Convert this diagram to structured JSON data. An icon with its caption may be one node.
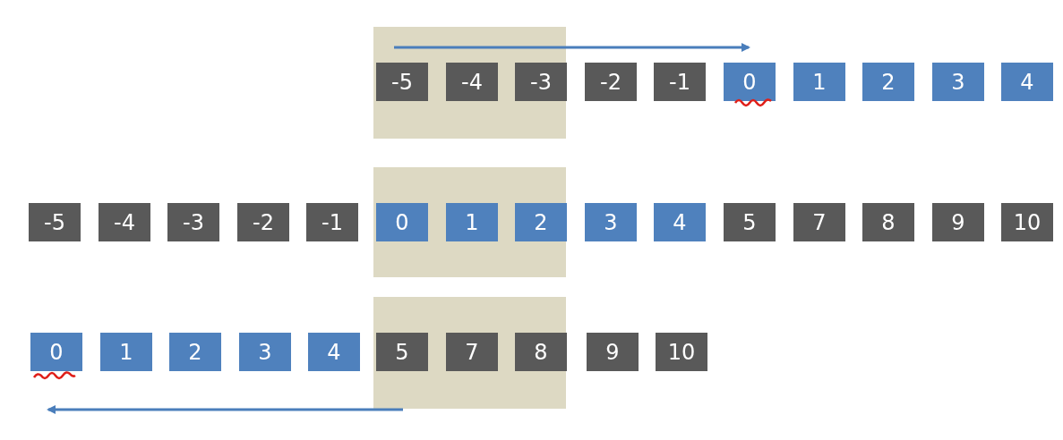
{
  "diagram": {
    "nodes": [
      {
        "text": [],
        "shape": "box"
      },
      {
        "text": [
          "-5"
        ],
        "in": 0
      },
      {
        "text": [
          "-4"
        ],
        "in": 0
      },
      {
        "text": [
          "-3"
        ],
        "in": 0
      },
      {
        "text": [
          "-2"
        ]
      },
      {
        "text": [
          "-1"
        ]
      },
      {
        "text": [
          "0"
        ]
      },
      {
        "text": [
          "1"
        ]
      },
      {
        "text": [
          "2"
        ]
      },
      {
        "text": [
          "3"
        ]
      },
      {
        "text": [
          "4"
        ]
      },
      {
        "text": [],
        "shape": "box"
      },
      {
        "text": [
          "-5"
        ]
      },
      {
        "text": [
          "-4"
        ]
      },
      {
        "text": [
          "-3"
        ]
      },
      {
        "text": [
          "-2"
        ]
      },
      {
        "text": [
          "-1"
        ]
      },
      {
        "text": [
          "0"
        ],
        "in": 11
      },
      {
        "text": [
          "1"
        ],
        "in": 11
      },
      {
        "text": [
          "2"
        ],
        "in": 11
      },
      {
        "text": [
          "3"
        ]
      },
      {
        "text": [
          "4"
        ]
      },
      {
        "text": [
          "5"
        ]
      },
      {
        "text": [
          "7"
        ]
      },
      {
        "text": [
          "8"
        ]
      },
      {
        "text": [
          "9"
        ]
      },
      {
        "text": [
          "10"
        ]
      },
      {
        "text": [],
        "shape": "box"
      },
      {
        "text": [
          "0"
        ]
      },
      {
        "text": [
          "1"
        ]
      },
      {
        "text": [
          "2"
        ]
      },
      {
        "text": [
          "3"
        ]
      },
      {
        "text": [
          "4"
        ]
      },
      {
        "text": [
          "5"
        ],
        "in": 27
      },
      {
        "text": [
          "7"
        ],
        "in": 27
      },
      {
        "text": [
          "8"
        ],
        "in": 27
      },
      {
        "text": [
          "9"
        ]
      },
      {
        "text": [
          "10"
        ]
      }
    ],
    "edges": []
  }
}
